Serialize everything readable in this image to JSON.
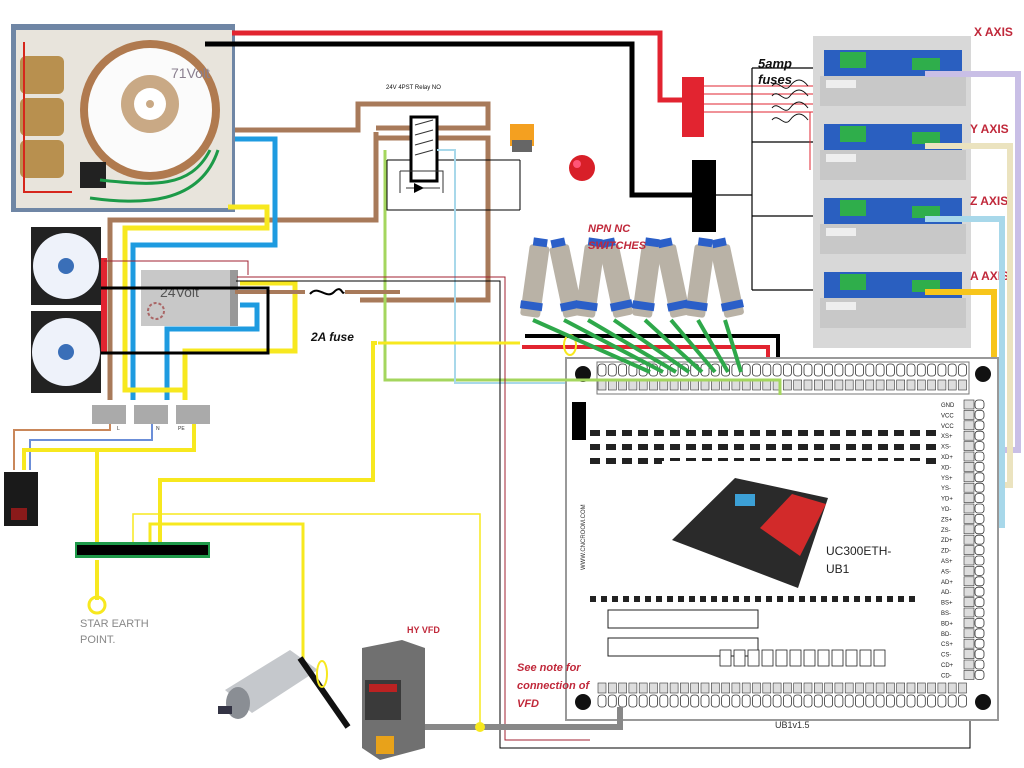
{
  "diagram": {
    "title": "CNC control cabinet wiring diagram",
    "labels": {
      "transformer": "71Volt",
      "relay": "24V 4PST Relay NO",
      "fuses": "5amp fuses",
      "fuses_line1": "5amp",
      "fuses_line2": "fuses",
      "psu": "24Volt",
      "psu_fuse": "2A fuse",
      "switches_line1": "NPN NC",
      "switches_line2": "SWITCHES",
      "controller_line1": "UC300ETH-",
      "controller_line2": "UB1",
      "board_version": "UB1v1.5",
      "board_url": "WWW.CNCROOM.COM",
      "vfd": "HY VFD",
      "vfd_note_line1": "See note for",
      "vfd_note_line2": "connection of",
      "vfd_note_line3": "VFD",
      "star_earth_line1": "STAR EARTH",
      "star_earth_line2": "POINT.",
      "terminal_l": "L",
      "terminal_n": "N",
      "terminal_pe": "PE"
    },
    "axes": [
      {
        "name": "X AXIS",
        "wire_color": "#c9bfe6"
      },
      {
        "name": "Y AXIS",
        "wire_color": "#ebe3bf"
      },
      {
        "name": "Z AXIS",
        "wire_color": "#a8d8ea"
      },
      {
        "name": "A AXIS",
        "wire_color": "#f7c51b"
      }
    ],
    "axis_terminals": [
      "GND",
      "VCC",
      "VCC",
      "XS+",
      "XS-",
      "XD+",
      "XD-",
      "YS+",
      "YS-",
      "YD+",
      "YD-",
      "ZS+",
      "ZS-",
      "ZD+",
      "ZD-",
      "AS+",
      "AS-",
      "AD+",
      "AD-",
      "BS+",
      "BS-",
      "BD+",
      "BD-",
      "CS+",
      "CS-",
      "CD+",
      "CD-"
    ],
    "colors": {
      "live": "#a87a5a",
      "neutral": "#1e9be0",
      "earth": "#f7e81f",
      "dc_pos": "#e22430",
      "dc_neg": "#000000",
      "signal": "#2ea84a",
      "label_red": "#c0283a"
    }
  }
}
